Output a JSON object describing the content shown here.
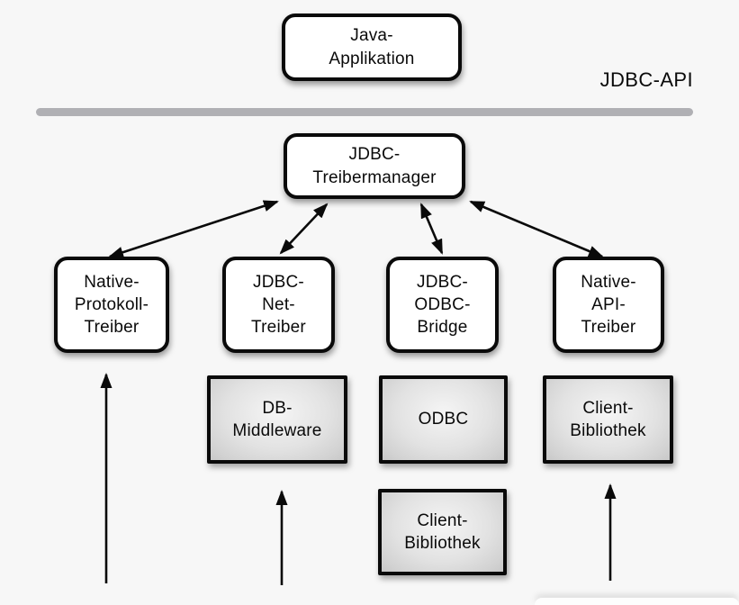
{
  "api_label": "JDBC-API",
  "nodes": {
    "java_app": {
      "label": "Java-\nApplikation"
    },
    "treibermanager": {
      "label": "JDBC-\nTreibermanager"
    },
    "native_protokoll": {
      "label": "Native-\nProtokoll-\nTreiber"
    },
    "jdbc_net": {
      "label": "JDBC-\nNet-\nTreiber"
    },
    "jdbc_odbc": {
      "label": "JDBC-\nODBC-\nBridge"
    },
    "native_api": {
      "label": "Native-\nAPI-\nTreiber"
    },
    "db_middleware": {
      "label": "DB-\nMiddleware"
    },
    "odbc": {
      "label": "ODBC"
    },
    "client_bibliothek_middle": {
      "label": "Client-\nBibliothek"
    },
    "client_bibliothek_right": {
      "label": "Client-\nBibliothek"
    }
  },
  "colors": {
    "background": "#f7f7f7",
    "divider": "#b0b0b4",
    "node_border": "#0a0a0a",
    "white_node_fill": "#ffffff",
    "gray_node_fill_center": "#f5f5f5",
    "gray_node_fill_edge": "#c8c8c8",
    "arrow": "#0a0a0a"
  }
}
